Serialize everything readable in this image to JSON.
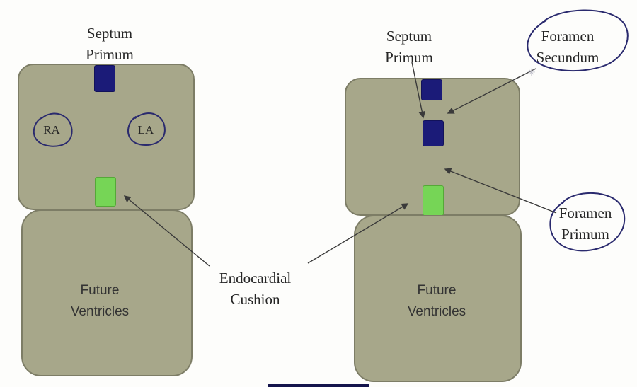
{
  "slide": {
    "left_diagram": {
      "septum_primum_label": "Septum\nPrimum",
      "ra_label": "RA",
      "la_label": "LA",
      "ventricles_label": "Future\nVentricles"
    },
    "center_labels": {
      "endocardial_cushion": "Endocardial\nCushion"
    },
    "right_diagram": {
      "septum_primum_label": "Septum\nPrimum",
      "foramen_secundum_label": "Foramen\nSecundum",
      "foramen_primum_label": "Foramen\nPrimum",
      "ventricles_label": "Future\nVentricles"
    }
  },
  "cursor_glyph": "✳",
  "colors": {
    "background": "#fdfdfb",
    "shape_fill": "#a7a78a",
    "shape_border": "#7d7d66",
    "septum_blue": "#1b1b78",
    "cushion_green": "#76d556",
    "annotation_ink": "#2a2a6e",
    "arrow": "#3a3a3a",
    "text": "#262626"
  }
}
